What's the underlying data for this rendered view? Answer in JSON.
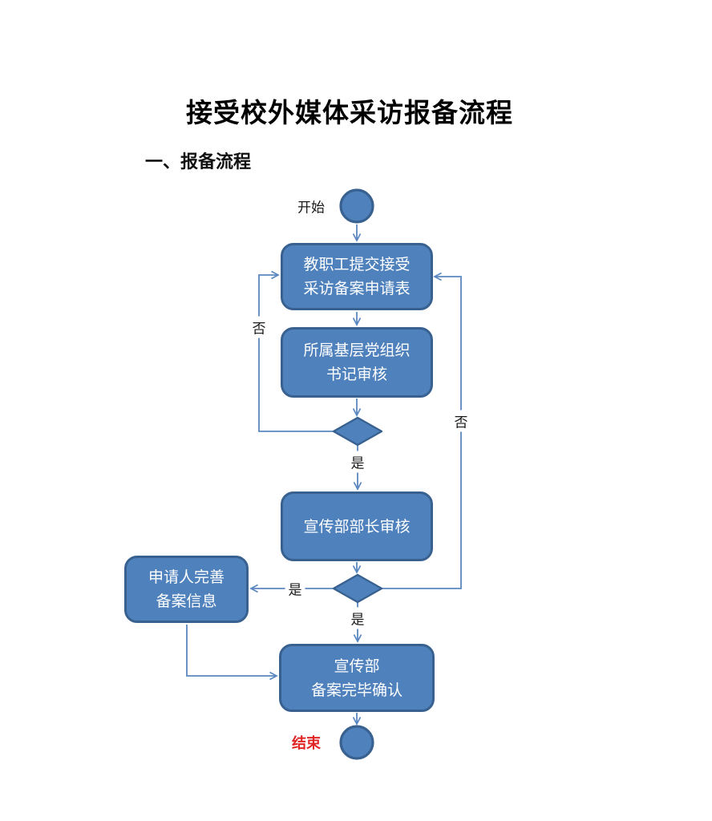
{
  "page": {
    "title": "接受校外媒体采访报备流程",
    "section_heading": "一、报备流程"
  },
  "colors": {
    "background": "#ffffff",
    "node_fill": "#4f81bd",
    "node_border": "#38618f",
    "node_text": "#ffffff",
    "connector": "#5b87c0",
    "text": "#1a1a1a",
    "end_text": "#e02424"
  },
  "flowchart": {
    "labels": {
      "start": "开始",
      "end": "结束",
      "yes": "是",
      "no": "否"
    },
    "nodes": [
      {
        "id": "staff-submit",
        "lines": [
          "教职工提交接受",
          "采访备案申请表"
        ]
      },
      {
        "id": "secretary-review",
        "lines": [
          "所属基层党组织",
          "书记审核"
        ]
      },
      {
        "id": "minister-review",
        "lines": [
          "宣传部部长审核"
        ]
      },
      {
        "id": "applicant-complete",
        "lines": [
          "申请人完善",
          "备案信息"
        ]
      },
      {
        "id": "confirm-complete",
        "lines": [
          "宣传部",
          "备案完毕确认"
        ]
      }
    ]
  }
}
